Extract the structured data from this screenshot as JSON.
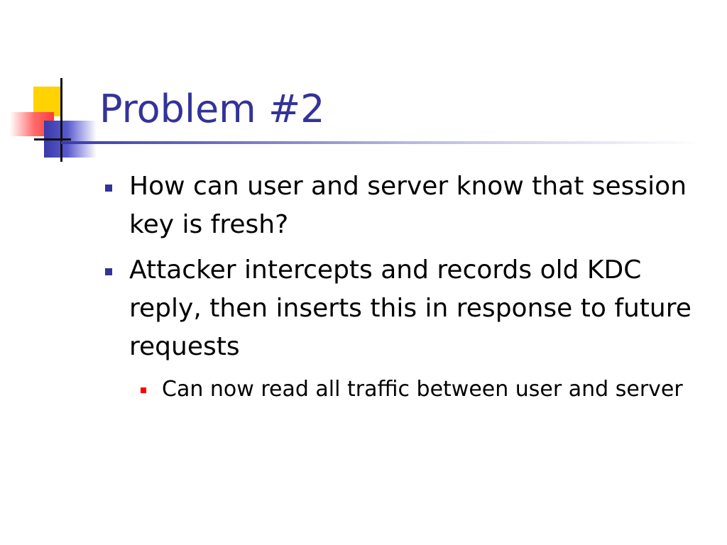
{
  "slide": {
    "title": "Problem #2",
    "bullets": [
      {
        "text": "How can user and server know that session key is fresh?"
      },
      {
        "text": "Attacker intercepts and records old KDC reply, then inserts this in response to future requests"
      }
    ],
    "sub_bullets": [
      {
        "text": "Can now read all traffic between user and server"
      }
    ]
  },
  "colors": {
    "title": "#333399",
    "bullet_marker": "#333399",
    "sub_bullet_marker": "#ff0000",
    "deco_yellow": "#ffd200",
    "deco_red": "#ff3b3b",
    "deco_blue": "#3a3aa8"
  }
}
